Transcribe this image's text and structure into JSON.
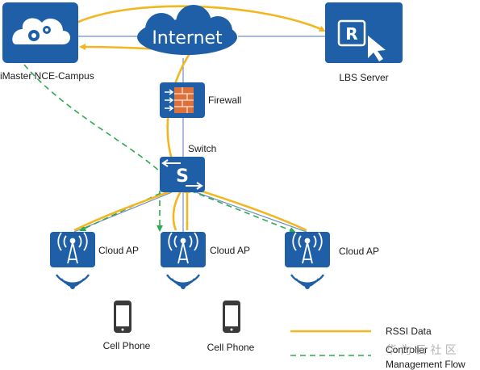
{
  "nodes": {
    "nce": {
      "label": "iMaster NCE-Campus",
      "icon": "cloud-gears-icon"
    },
    "internet": {
      "label": "Internet",
      "icon": "cloud-icon"
    },
    "lbs": {
      "label": "LBS Server",
      "icon": "server-cursor-icon"
    },
    "firewall": {
      "label": "Firewall",
      "icon": "firewall-icon"
    },
    "switch": {
      "label": "Switch",
      "icon": "switch-icon"
    },
    "ap_left": {
      "label": "Cloud AP",
      "icon": "wifi-ap-icon"
    },
    "ap_center": {
      "label": "Cloud AP",
      "icon": "wifi-ap-icon"
    },
    "ap_right": {
      "label": "Cloud AP",
      "icon": "wifi-ap-icon"
    },
    "phone_left": {
      "label": "Cell Phone",
      "icon": "cell-phone-icon"
    },
    "phone_right": {
      "label": "Cell Phone",
      "icon": "cell-phone-icon"
    }
  },
  "legend": {
    "rssi": "RSSI Data",
    "mgmt_line1": "Controller",
    "mgmt_line2": "Management Flow"
  },
  "watermark": "华 为 云 社 区",
  "colors": {
    "device_blue": "#1f5fa8",
    "link_blue": "#6e92c0",
    "rssi_yellow": "#f2b720",
    "mgmt_green": "#2faa4f",
    "firewall_orange": "#e0703a"
  }
}
